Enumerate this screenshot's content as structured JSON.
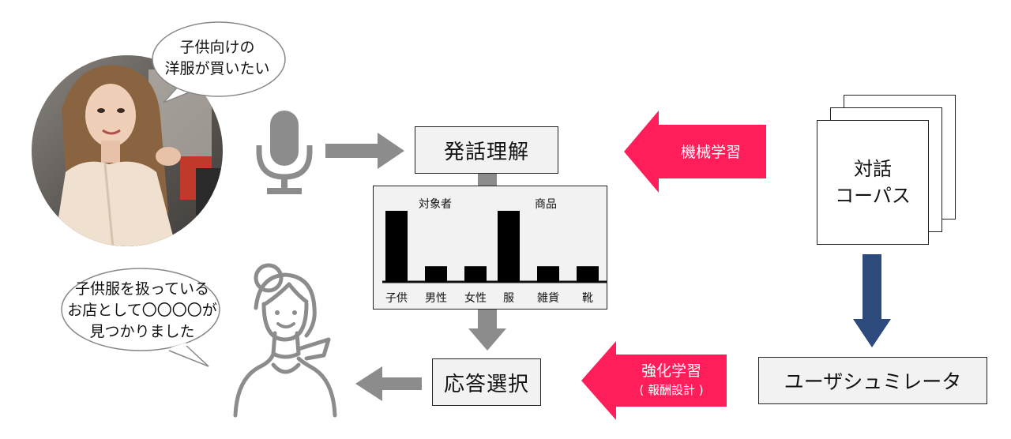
{
  "nodes": {
    "utterance_understanding": "発話理解",
    "response_selection": "応答選択",
    "corpus_line1": "対話",
    "corpus_line2": "コーパス",
    "user_simulator": "ユーザシュミレータ"
  },
  "bubbles": {
    "user_line1": "子供向けの",
    "user_line2": "洋服が買いたい",
    "agent_line1": "子供服を扱っている",
    "agent_line2": "お店として〇〇〇〇が",
    "agent_line3": "見つかりました"
  },
  "arrows": {
    "machine_learning": "機械学習",
    "reinforcement_line1": "強化学習",
    "reinforcement_line2": "( 報酬設計 )"
  },
  "colors": {
    "accent_pink": "#ff1e5a",
    "arrow_gray": "#8c8c8c",
    "arrow_navy": "#2c4a7c"
  },
  "icons": {
    "user": "woman-photo-circle",
    "input": "microphone-icon",
    "agent": "agent-person-icon",
    "corpus": "document-stack-icon"
  },
  "chart_data": [
    {
      "type": "bar",
      "title": "対象者",
      "categories": [
        "子供",
        "男性",
        "女性"
      ],
      "values": [
        1.0,
        0.22,
        0.22
      ],
      "ylim": [
        0,
        1
      ],
      "grid": false
    },
    {
      "type": "bar",
      "title": "商品",
      "categories": [
        "服",
        "雑貨",
        "靴"
      ],
      "values": [
        1.0,
        0.22,
        0.22
      ],
      "ylim": [
        0,
        1
      ],
      "grid": false
    }
  ]
}
